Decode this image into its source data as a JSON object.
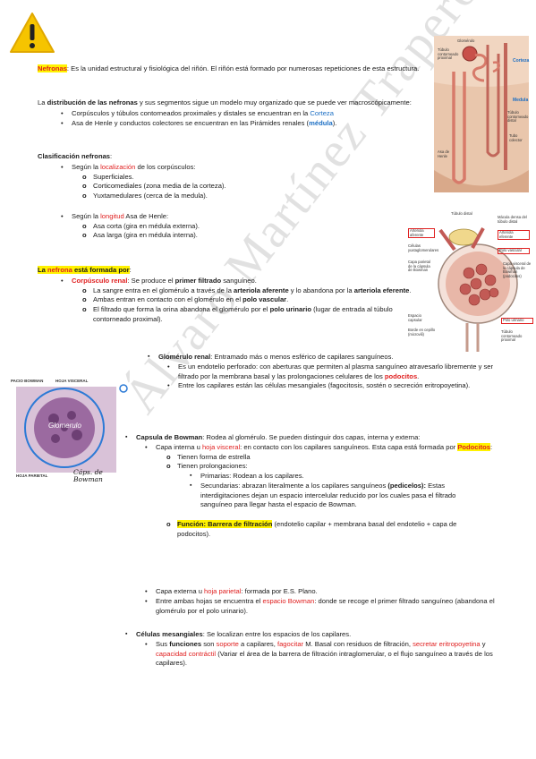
{
  "watermark": "Álvaro Martínez Trapero",
  "intro": {
    "term": "Nefronas",
    "text": ": Es la unidad estructural y fisiológica del riñón. El riñón está formado por numerosas repeticiones de esta estructura."
  },
  "distribution": {
    "pre": "La ",
    "bold": "distribución de las nefronas",
    "post": " y sus segmentos sigue un modelo muy organizado que se puede ver macroscópicamente:",
    "items": [
      {
        "text": "Corpúsculos y túbulos contorneados proximales y distales se encuentran en la ",
        "accent": "Corteza",
        "tail": ""
      },
      {
        "text": "Asa de Henle y conductos colectores se encuentran en las Pirámides renales (",
        "accent": "médula",
        "tail": ")."
      }
    ]
  },
  "classification": {
    "title": "Clasificación nefronas",
    "colon": ":",
    "by_location": {
      "pre": "Según la ",
      "accent": "localización",
      "post": " de los corpúsculos:",
      "items": [
        "Superficiales.",
        "Corticomediales (zona media de la corteza).",
        "Yuxtamedulares (cerca de la medula)."
      ]
    },
    "by_length": {
      "pre": "Según la ",
      "accent": "longitud",
      "post": " Asa de Henle:",
      "items": [
        "Asa corta (gira en médula externa).",
        "Asa larga (gira en médula interna)."
      ]
    }
  },
  "formed": {
    "pre": "La ",
    "accent": "nefrona",
    "post": " está formada por",
    "colon": ":",
    "corpuscle": {
      "accent": "Corpúsculo renal",
      "pre": ": Se produce el ",
      "bold": "primer filtrado",
      "post": " sanguíneo.",
      "items": [
        {
          "a": "La sangre entra en el glomérulo a través de la ",
          "b": "arteriola aferente",
          "c": " y lo abandona por la ",
          "d": "arteriola eferente",
          "e": "."
        },
        {
          "a": "Ambas entran en contacto con el glomérulo en el ",
          "b": "polo vascular",
          "c": ".",
          "d": "",
          "e": ""
        },
        {
          "a": "El filtrado que forma la orina abandona el glomérulo por el ",
          "b": "polo urinario",
          "c": " (lugar de entrada al túbulo contorneado proximal).",
          "d": "",
          "e": ""
        }
      ]
    }
  },
  "glomerulus": {
    "bold": "Glomérulo renal",
    "text": ": Entramado más o menos esférico de capilares sanguíneos.",
    "item1": "Es un endotelio perforado: con aberturas que permiten al plasma sanguíneo atravesarlo libremente y ser filtrado por la membrana basal y las prolongaciones celulares de los ",
    "item1_accent": "podocitos",
    "item1_tail": ".",
    "item2": "Entre los capilares están las células mesangiales (fagocitosis, sostén o secreción eritropoyetina)."
  },
  "bowman": {
    "bold": "Capsula de Bowman",
    "text": ": Rodea al glomérulo. Se pueden distinguir dos capas, interna y externa:",
    "inner_pre": "Capa interna u ",
    "inner_accent": "hoja visceral",
    "inner_post": ": en contacto con los capilares sanguíneos. Esta capa está formada por ",
    "inner_podocytes": "Podocitos",
    "inner_colon": ":",
    "podocyte_shape": "Tienen forma de estrella",
    "podocyte_ext": "Tienen prolongaciones:",
    "primary": "Primarias: Rodean a los capilares.",
    "secondary_pre": "Secundarias: abrazan literalmente a los capilares sanguíneos ",
    "secondary_bold": "(pedicelos):",
    "secondary_post": " Estas interdigitaciones dejan un espacio intercelular reducido por los cuales pasa el filtrado sanguíneo para llegar hasta el espacio de Bowman.",
    "function_label": "Función: Barrera de filtración",
    "function_text": " (endotelio capilar + membrana basal del endotelio + capa de podocitos).",
    "outer_pre": "Capa externa u ",
    "outer_accent": "hoja parietal",
    "outer_post": ": formada por E.S. Plano.",
    "space_pre": "Entre ambas hojas se encuentra el ",
    "space_accent": "espacio Bowman",
    "space_post": ": donde se recoge el primer filtrado sanguíneo (abandona el glomérulo por el polo urinario)."
  },
  "mesangial": {
    "bold": "Células mesangiales",
    "text": ": Se localizan entre los espacios de los capilares.",
    "pre": "Sus ",
    "functions": "funciones",
    "mid": " son ",
    "f1": "soporte",
    "c1": " a capilares, ",
    "f2": "fagocitar",
    "c2": " M. Basal con residuos de filtración, ",
    "f3": "secretar eritropoyetina",
    "c3": " y ",
    "f4": "capacidad contráctil",
    "c4": " (Variar el área de la barrera de filtración intraglomerular, o el flujo sanguíneo a través de los capilares)."
  },
  "fig_kidney": {
    "labels": [
      "Glomérulo",
      "Túbulo contorneado proximal",
      "Corteza",
      "Medula",
      "Túbulo contorneado distal",
      "Tubo colector",
      "Asa de Henle"
    ]
  },
  "fig_corpuscle": {
    "labels": [
      "Túbulo distal",
      "Mácula densa del túbulo distal",
      "Arteriola aferente",
      "Arteriola eferente",
      "Células yuxtaglomerulares",
      "Polo vascular",
      "Capa parietal de la cápsula de Bowman",
      "Capa visceral de la cápsula de Bowman (podocitos)",
      "Espacio capsular",
      "Borde en cepillo (microvili)",
      "Polo urinario",
      "Túbulo contorneado proximal"
    ]
  },
  "fig_micro": {
    "labels": [
      "PACIO BOWMAN",
      "HOJA VISCERAL",
      "HOJA PARIETAL",
      "Glomerulo",
      "Cáps. de Bowman"
    ]
  }
}
